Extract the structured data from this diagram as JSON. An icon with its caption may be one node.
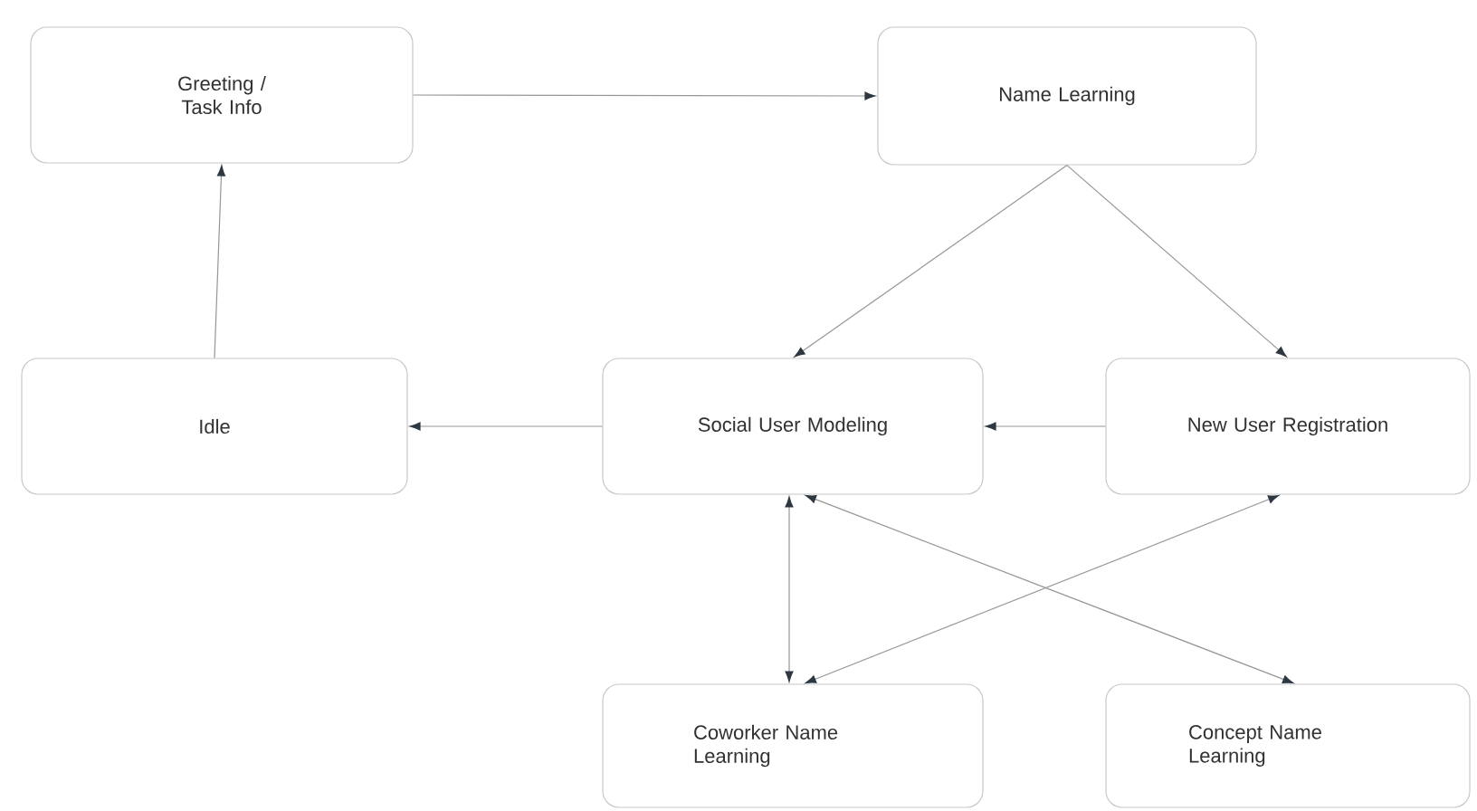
{
  "diagram": {
    "nodes": [
      {
        "text": [
          "Greeting / Task Info"
        ]
      },
      {
        "text": [
          "Name Learning"
        ]
      },
      {
        "text": [
          "Idle"
        ]
      },
      {
        "text": [
          "Social User Modeling"
        ]
      },
      {
        "text": [
          "New User Registration"
        ]
      },
      {
        "text": [
          "Coworker Name Learning"
        ]
      },
      {
        "text": [
          "Concept Name Learning"
        ]
      }
    ],
    "edges": [
      {
        "from": 0,
        "to": 1,
        "arrow": "to"
      },
      {
        "from": 2,
        "to": 0,
        "arrow": "to"
      },
      {
        "from": 1,
        "to": 3,
        "arrow": "to"
      },
      {
        "from": 1,
        "to": 4,
        "arrow": "to"
      },
      {
        "from": 3,
        "to": 2,
        "arrow": "to"
      },
      {
        "from": 4,
        "to": 3,
        "arrow": "to"
      },
      {
        "from": 3,
        "to": 5,
        "arrow": "both"
      },
      {
        "from": 4,
        "to": 5,
        "arrow": "both"
      },
      {
        "from": 3,
        "to": 6,
        "arrow": "both"
      }
    ]
  }
}
